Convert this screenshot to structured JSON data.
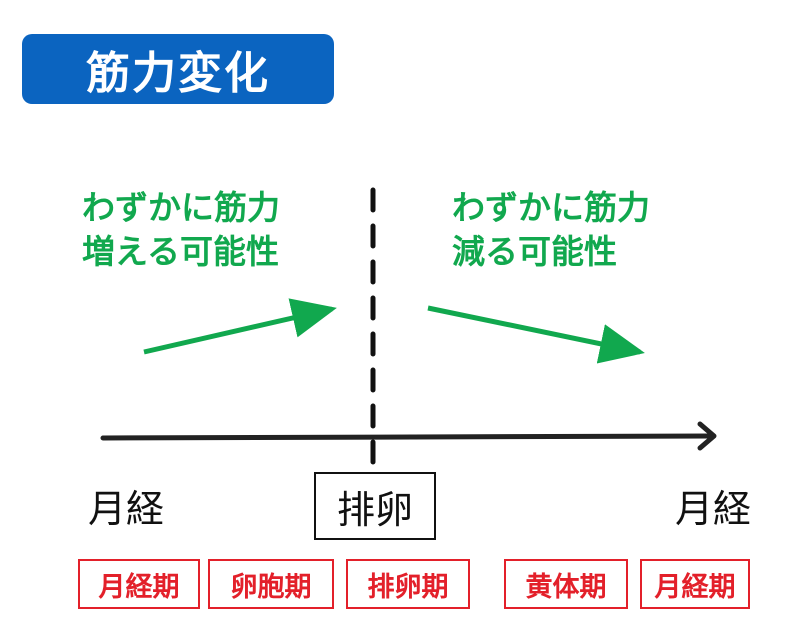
{
  "title": "筋力変化",
  "left_note": {
    "line1": "わずかに筋力",
    "line2": "増える可能性"
  },
  "right_note": {
    "line1": "わずかに筋力",
    "line2": "減る可能性"
  },
  "timeline": {
    "start_label": "月経",
    "center_label": "排卵",
    "end_label": "月経"
  },
  "phases": [
    "月経期",
    "卵胞期",
    "排卵期",
    "黄体期",
    "月経期"
  ],
  "colors": {
    "title_bg": "#0b64c0",
    "green": "#11a84e",
    "red": "#e3202a"
  }
}
